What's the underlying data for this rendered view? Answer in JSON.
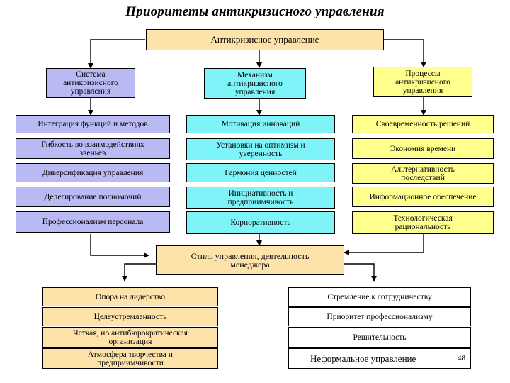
{
  "title": "Приоритеты антикризисного управления",
  "root": "Антикризисное управление",
  "columns": [
    {
      "header": "Система\nантикризисного\nуправления",
      "items": [
        "Интеграция функций и методов",
        "Гибкость во взаимодействиях\nзвеньев",
        "Диверсификация управления",
        "Делегирование полномочий",
        "Профессионализм персонала"
      ]
    },
    {
      "header": "Механизм\nантикризисного\nуправления",
      "items": [
        "Мотивация инноваций",
        "Установки на оптимизм и\nуверенность",
        "Гармония ценностей",
        "Инициативность и\nпредприимчивость",
        "Корпоративность"
      ]
    },
    {
      "header": "Процессы\nантикризисного\nуправления",
      "items": [
        "Своевременность решений",
        "Экономия времени",
        "Альтернативность\nпоследствий",
        "Информационное обеспечение",
        "Технологическая\nрациональность"
      ]
    }
  ],
  "style_box": "Стиль управления, деятельность\nменеджера",
  "bottom_left": [
    "Опора на лидерство",
    "Целеустремленность",
    "Четкая, но антибюрократическая\nорганизация",
    "Атмосфера творчества и\nпредприимчивости"
  ],
  "bottom_right": [
    "Стремление к сотрудничеству",
    "Приоритет профессионализму",
    "Решительность",
    "Неформальное управление"
  ],
  "page_number": "48",
  "colors": {
    "system": "#b9b9f3",
    "mechanism": "#7ff4f8",
    "processes": "#ffff8e",
    "root": "#fde3a9",
    "bottom_left": "#fde3a9",
    "bottom_right": "#ffffff"
  }
}
